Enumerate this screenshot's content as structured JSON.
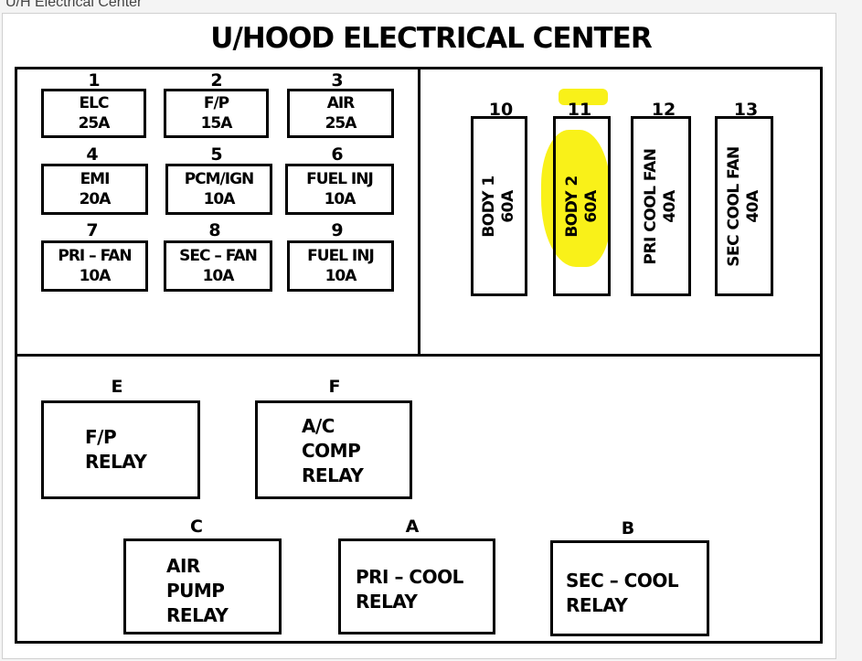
{
  "caption": "U/H Electrical Center",
  "title": "U/HOOD ELECTRICAL CENTER",
  "colors": {
    "highlight": "#f8f000",
    "line": "#000000"
  },
  "fuses": [
    {
      "num": "1",
      "name": "ELC",
      "amp": "25A"
    },
    {
      "num": "2",
      "name": "F/P",
      "amp": "15A"
    },
    {
      "num": "3",
      "name": "AIR",
      "amp": "25A"
    },
    {
      "num": "4",
      "name": "EMI",
      "amp": "20A"
    },
    {
      "num": "5",
      "name": "PCM/IGN",
      "amp": "10A"
    },
    {
      "num": "6",
      "name": "FUEL INJ",
      "amp": "10A"
    },
    {
      "num": "7",
      "name": "PRI – FAN",
      "amp": "10A"
    },
    {
      "num": "8",
      "name": "SEC – FAN",
      "amp": "10A"
    },
    {
      "num": "9",
      "name": "FUEL INJ",
      "amp": "10A"
    }
  ],
  "maxi_fuses": [
    {
      "num": "10",
      "name": "BODY 1",
      "amp": "60A"
    },
    {
      "num": "11",
      "name": "BODY 2",
      "amp": "60A"
    },
    {
      "num": "12",
      "name": "PRI COOL FAN",
      "amp": "40A"
    },
    {
      "num": "13",
      "name": "SEC COOL FAN",
      "amp": "40A"
    }
  ],
  "relays": [
    {
      "letter": "E",
      "lines": [
        "F/P",
        "RELAY"
      ]
    },
    {
      "letter": "F",
      "lines": [
        "A/C",
        "COMP",
        "RELAY"
      ]
    },
    {
      "letter": "C",
      "lines": [
        "AIR",
        "PUMP",
        "RELAY"
      ]
    },
    {
      "letter": "A",
      "lines": [
        "PRI – COOL",
        "RELAY"
      ]
    },
    {
      "letter": "B",
      "lines": [
        "SEC – COOL",
        "RELAY"
      ]
    }
  ]
}
